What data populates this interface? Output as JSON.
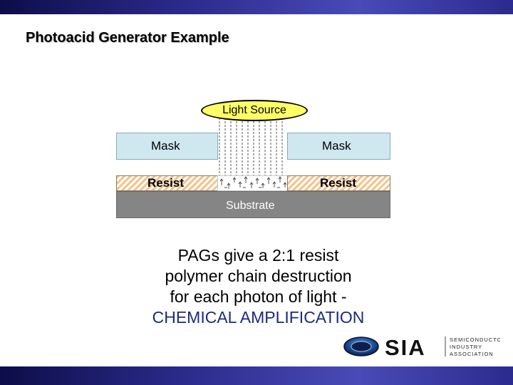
{
  "slide": {
    "title": "Photoacid Generator Example"
  },
  "diagram": {
    "light_source_label": "Light Source",
    "mask_left_label": "Mask",
    "mask_right_label": "Mask",
    "resist_left_label": "Resist",
    "resist_right_label": "Resist",
    "substrate_label": "Substrate"
  },
  "caption": {
    "line1": "PAGs give a 2:1 resist",
    "line2": "polymer chain destruction",
    "line3": "for each photon of light -",
    "emphasis": "CHEMICAL AMPLIFICATION"
  },
  "logo": {
    "wordmark": "SIA",
    "tagline_line1": "SEMICONDUCTOR",
    "tagline_line2": "INDUSTRY",
    "tagline_line3": "ASSOCIATION"
  },
  "colors": {
    "bar_dark": "#0d0d4a",
    "bar_mid": "#4a4ab8",
    "light_source": "#ffff66",
    "mask": "#cfe8ef",
    "resist_hatch": "#f3c48d",
    "substrate": "#858585",
    "emphasis_text": "#1f2a7a"
  }
}
